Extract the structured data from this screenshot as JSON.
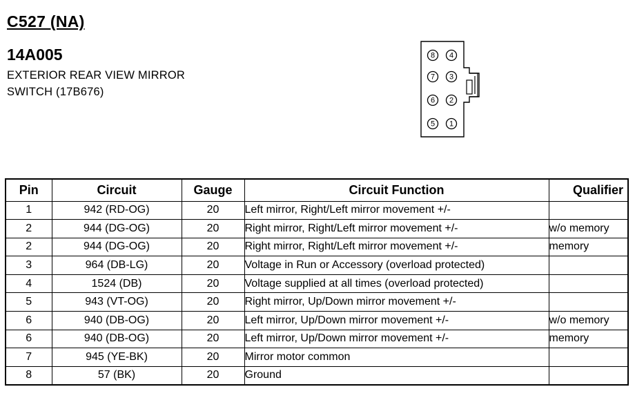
{
  "header": {
    "connector": "C527 (NA)",
    "part_number": "14A005",
    "description_line1": "EXTERIOR REAR VIEW MIRROR",
    "description_line2": "SWITCH (17B676)"
  },
  "connector_pins": [
    "8",
    "4",
    "7",
    "3",
    "6",
    "2",
    "5",
    "1"
  ],
  "table": {
    "columns": [
      "Pin",
      "Circuit",
      "Gauge",
      "Circuit Function",
      "Qualifier"
    ],
    "rows": [
      {
        "pin": "1",
        "circuit": "942 (RD-OG)",
        "gauge": "20",
        "function": "Left mirror, Right/Left mirror movement +/-",
        "qualifier": ""
      },
      {
        "pin": "2",
        "circuit": "944 (DG-OG)",
        "gauge": "20",
        "function": "Right mirror, Right/Left mirror movement +/-",
        "qualifier": "w/o memory"
      },
      {
        "pin": "2",
        "circuit": "944 (DG-OG)",
        "gauge": "20",
        "function": "Right mirror, Right/Left mirror movement +/-",
        "qualifier": "memory"
      },
      {
        "pin": "3",
        "circuit": "964 (DB-LG)",
        "gauge": "20",
        "function": "Voltage in Run or Accessory (overload protected)",
        "qualifier": ""
      },
      {
        "pin": "4",
        "circuit": "1524 (DB)",
        "gauge": "20",
        "function": "Voltage supplied at all times (overload protected)",
        "qualifier": ""
      },
      {
        "pin": "5",
        "circuit": "943 (VT-OG)",
        "gauge": "20",
        "function": "Right mirror, Up/Down mirror movement +/-",
        "qualifier": ""
      },
      {
        "pin": "6",
        "circuit": "940 (DB-OG)",
        "gauge": "20",
        "function": "Left mirror, Up/Down mirror movement +/-",
        "qualifier": "w/o memory"
      },
      {
        "pin": "6",
        "circuit": "940 (DB-OG)",
        "gauge": "20",
        "function": "Left mirror, Up/Down mirror movement +/-",
        "qualifier": "memory"
      },
      {
        "pin": "7",
        "circuit": "945 (YE-BK)",
        "gauge": "20",
        "function": "Mirror motor common",
        "qualifier": ""
      },
      {
        "pin": "8",
        "circuit": "57 (BK)",
        "gauge": "20",
        "function": "Ground",
        "qualifier": ""
      }
    ]
  }
}
